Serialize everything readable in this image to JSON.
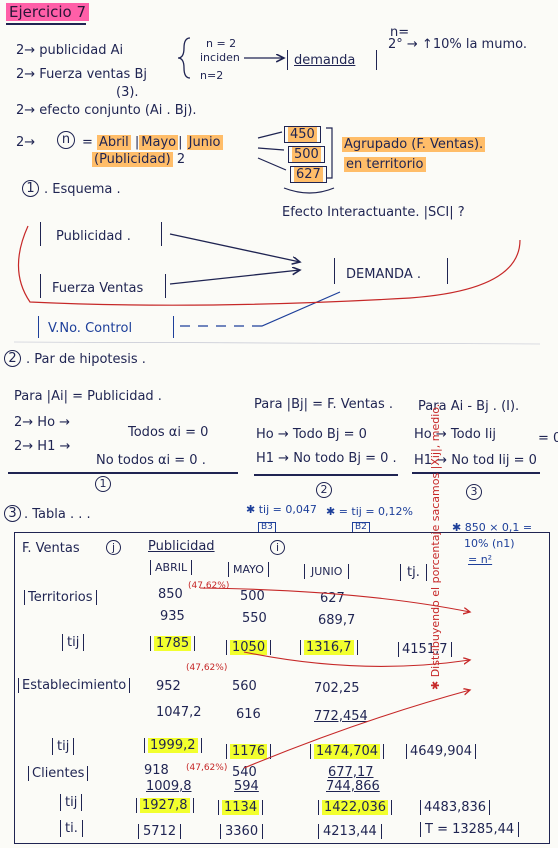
{
  "title": "Ejercicio 7",
  "header": {
    "l1": "2→ publicidad Ai",
    "n2a": "n = 2",
    "incidir": "inciden",
    "n2b": "n=2",
    "demanda": "demanda",
    "l2": "2→ Fuerza ventas Bj",
    "three": "(3).",
    "top_right": "n=",
    "top_right2": "2° → ↑10% la mumo.",
    "efecto": "2→ efecto conjunto (Ai . Bj).",
    "n_circle": "n",
    "abril": "Abril",
    "mayo": "Mayo",
    "junio": "Junio",
    "publicidad_paren": "(Publicidad)",
    "sub2": "2",
    "v450": "450",
    "v500": "500",
    "v627": "627",
    "agrupado": "Agrupado (F. Ventas).",
    "en_territorio": "en territorio",
    "efecto_inter": "Efecto Interactuante. |SCI| ?"
  },
  "section1": {
    "num": "1",
    "label": ". Esquema .",
    "publicidad": "Publicidad .",
    "fuerza": "Fuerza Ventas",
    "demanda": "DEMANDA .",
    "vno": "V.No. Control"
  },
  "section2": {
    "num": "2",
    "label": ". Par de hipotesis .",
    "para_a": "Para",
    "ai": "Ai",
    "publicidad": "= Publicidad .",
    "para_b": "Para",
    "bj": "Bj",
    "fventas": "= F. Ventas .",
    "para_c": "Para",
    "aibj": "Ai - Bj . (I).",
    "h0a": "2→ Ho →",
    "h0a_r": "Todos αi = 0",
    "h1a": "2→ H1 →",
    "h1a_r": "No todos αi = 0 .",
    "h0b": "Ho → Todo Bj = 0",
    "h1b": "H1 → No todo Bj = 0 .",
    "h0c": "Ho → Todo Iij",
    "h0c_r": "= 0",
    "h1c": "H1 → No tod Iij = 0",
    "mark1": "1",
    "mark2": "2",
    "mark3": "3"
  },
  "section3": {
    "num": "3",
    "label": ". Tabla . . .",
    "note1": "✱ tij = 0,047",
    "note1b": "B3",
    "note2": "✱ = tij = 0,12%",
    "note2b": "B2",
    "note3": "✱ 850 × 0,1 =",
    "note3b": "10% (n1)",
    "note3c": "= n²",
    "fventas": "F. Ventas",
    "j": "j",
    "publicidad": "Publicidad",
    "i": "i",
    "abril": "ABRIL",
    "mayo": "MAYO",
    "junio": "JUNIO",
    "tj": "tj.",
    "side_note": "✱ Distribuyendo el porcentaje sacamos |Xij|, medio.",
    "rows": [
      {
        "label": "Territorios",
        "a1": "850",
        "a1n": "(47,62%)",
        "m1": "500",
        "j1": "627",
        "a2": "935",
        "m2": "550",
        "j2": "689,7",
        "tlabel": "tij",
        "ta": "1785",
        "tm": "1050",
        "tj": "1316,7",
        "tt": "4151,7"
      },
      {
        "label": "Establecimiento",
        "a1": "952",
        "a1n": "(47,62%)",
        "m1": "560",
        "j1": "702,25",
        "a2": "1047,2",
        "m2": "616",
        "j2": "772,454",
        "tlabel": "tij",
        "ta": "1999,2",
        "tm": "1176",
        "tj": "1474,704",
        "tt": "4649,904"
      },
      {
        "label": "Clientes",
        "a1": "918",
        "a1n": "(47,62%)",
        "m1": "540",
        "j1": "677,17",
        "a2": "1009,8",
        "m2": "594",
        "j2": "744,866",
        "tlabel": "tij",
        "ta": "1927,8",
        "tm": "1134",
        "tj": "1422,036",
        "tt": "4483,836"
      }
    ],
    "totals_label": "ti.",
    "tot_a": "5712",
    "tot_m": "3360",
    "tot_j": "4213,44",
    "tot_t": "T = 13285,44"
  }
}
